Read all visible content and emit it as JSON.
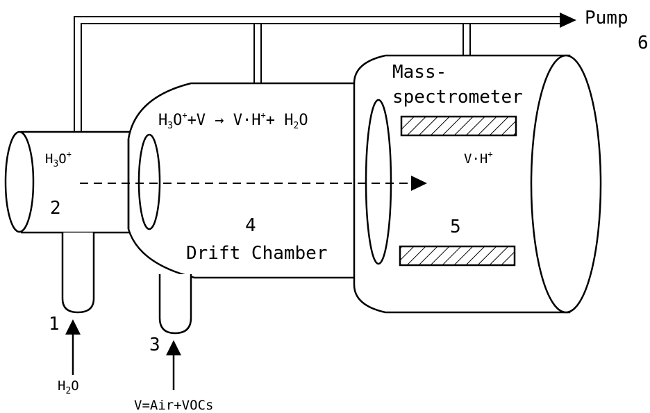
{
  "labels": {
    "pump": "Pump",
    "pump_num": "6",
    "mass1": "Mass-",
    "mass2": "spectrometer",
    "reaction_H3": "H",
    "reaction_3": "3",
    "reaction_O": "O",
    "reaction_plus1": "+",
    "reaction_rest1": "+V → V·H",
    "reaction_plus2": "+",
    "reaction_rest2": "+ H",
    "reaction_2": "2",
    "reaction_O2": "O",
    "ion_H": "H",
    "ion_3": "3",
    "ion_O": "O",
    "ion_plus": "+",
    "num2": "2",
    "num1": "1",
    "num3": "3",
    "num4": "4",
    "num5": "5",
    "drift": "Drift Chamber",
    "vh_V": "V·H",
    "vh_plus": "+",
    "water_H": "H",
    "water_2": "2",
    "water_O": "O",
    "input_v": "V=Air+VOCs"
  }
}
